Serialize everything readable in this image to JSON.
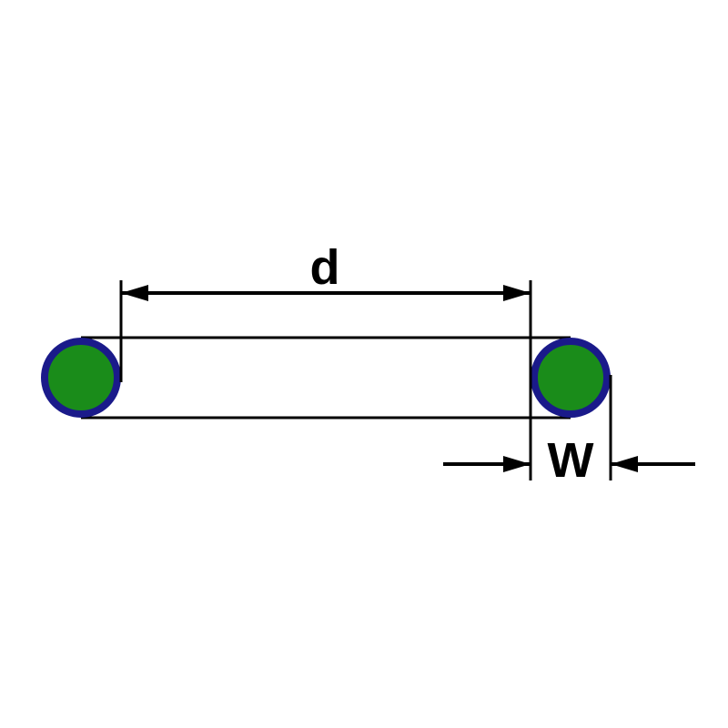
{
  "diagram": {
    "type": "o-ring-dimension-drawing",
    "labels": {
      "inner_diameter": "d",
      "cross_section_width": "W"
    },
    "colors": {
      "cross_section_fill": "#1a8c1a",
      "cross_section_stroke": "#1a1a8a",
      "line": "#000000",
      "background": "#ffffff"
    }
  }
}
